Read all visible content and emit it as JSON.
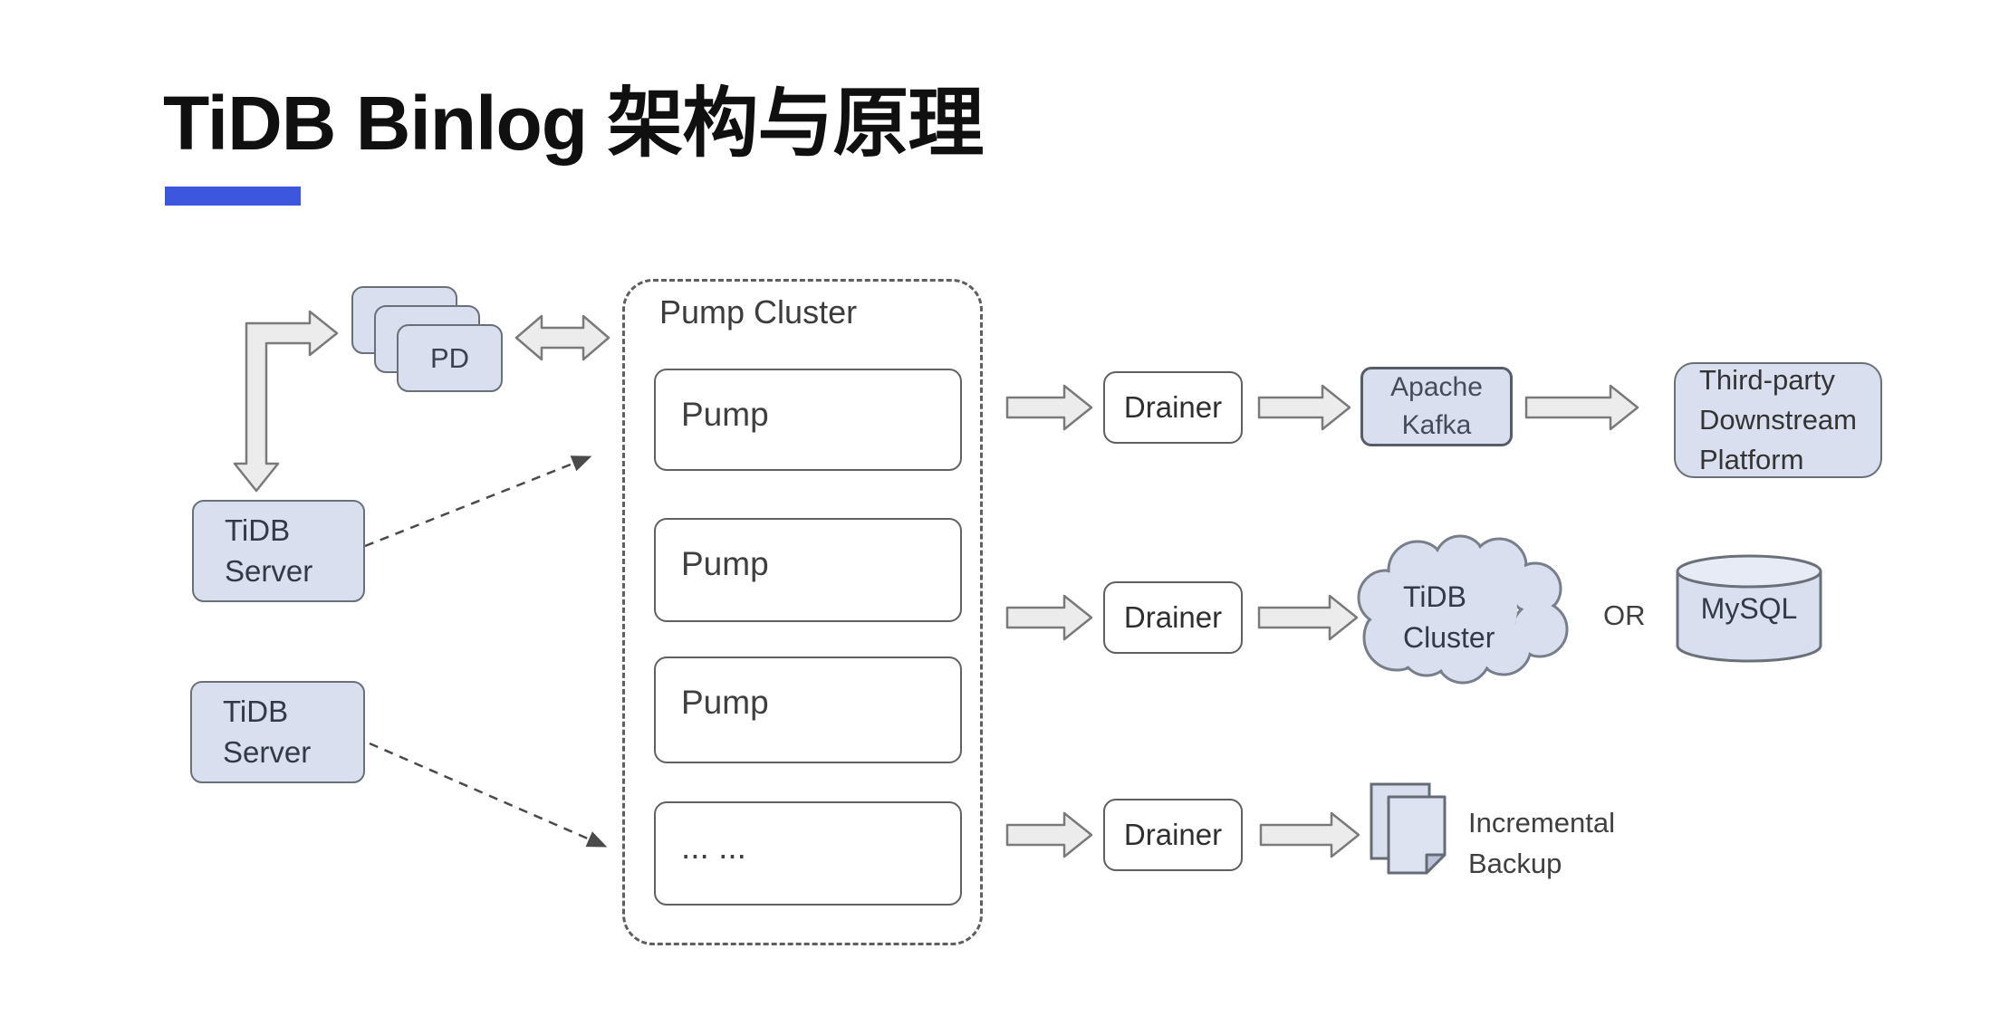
{
  "slide": {
    "title": "TiDB Binlog 架构与原理",
    "accent_color": "#3D56DE",
    "background_color": "#FFFFFF"
  },
  "diagram": {
    "pd": {
      "label": "PD"
    },
    "tidb_servers": [
      {
        "label": "TiDB\nServer"
      },
      {
        "label": "TiDB\nServer"
      }
    ],
    "pump_cluster": {
      "label": "Pump Cluster",
      "pumps": [
        {
          "label": "Pump"
        },
        {
          "label": "Pump"
        },
        {
          "label": "Pump"
        },
        {
          "label": "... ..."
        }
      ]
    },
    "drainers": [
      {
        "label": "Drainer"
      },
      {
        "label": "Drainer"
      },
      {
        "label": "Drainer"
      }
    ],
    "targets": {
      "kafka": {
        "label": "Apache\nKafka"
      },
      "third_party": {
        "label": "Third-party\nDownstream\nPlatform"
      },
      "tidb_cluster": {
        "label": "TiDB\nCluster"
      },
      "or_label": "OR",
      "mysql": {
        "label": "MySQL"
      },
      "incremental_backup": {
        "label": "Incremental\nBackup"
      }
    },
    "icons": {
      "cloud": "cloud-shape",
      "mysql": "database-cylinder",
      "incremental_backup": "documents-icon"
    },
    "colors": {
      "node_fill": "#D9DFEE",
      "node_border": "#6A7077",
      "white_node_border": "#5F5F5F",
      "arrow_fill": "#ECECEC",
      "arrow_border": "#7A7A7A",
      "dashed_line": "#4A4A4A",
      "text": "#333333"
    }
  }
}
